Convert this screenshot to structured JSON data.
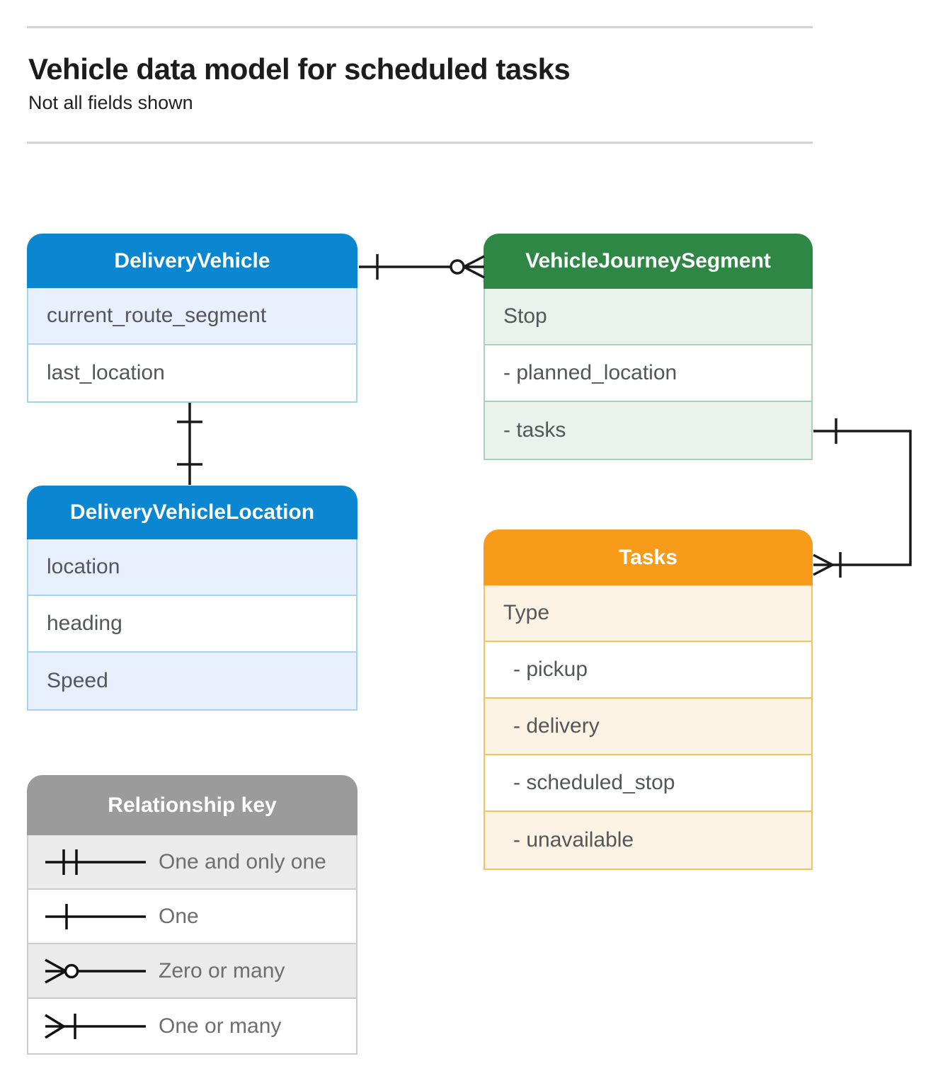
{
  "page": {
    "title": "Vehicle data model for scheduled tasks",
    "subtitle": "Not all fields shown"
  },
  "entities": {
    "delivery_vehicle": {
      "title": "DeliveryVehicle",
      "fields": [
        {
          "label": "current_route_segment"
        },
        {
          "label": "last_location"
        }
      ]
    },
    "vehicle_journey_segment": {
      "title": "VehicleJourneySegment",
      "fields": [
        {
          "label": "Stop"
        },
        {
          "label": "- planned_location"
        },
        {
          "label": "- tasks"
        }
      ]
    },
    "delivery_vehicle_location": {
      "title": "DeliveryVehicleLocation",
      "fields": [
        {
          "label": "location"
        },
        {
          "label": "heading"
        },
        {
          "label": "Speed"
        }
      ]
    },
    "tasks": {
      "title": "Tasks",
      "fields": [
        {
          "label": "Type"
        },
        {
          "label": "- pickup"
        },
        {
          "label": "- delivery"
        },
        {
          "label": "- scheduled_stop"
        },
        {
          "label": "- unavailable"
        }
      ]
    }
  },
  "legend": {
    "title": "Relationship key",
    "items": [
      {
        "label": "One and only one"
      },
      {
        "label": "One"
      },
      {
        "label": "Zero or many"
      },
      {
        "label": "One or many"
      }
    ]
  },
  "relationships": [
    {
      "from": "DeliveryVehicle",
      "to": "VehicleJourneySegment",
      "from_cardinality": "one",
      "to_cardinality": "zero-or-many"
    },
    {
      "from": "DeliveryVehicle",
      "to": "DeliveryVehicleLocation",
      "from_cardinality": "one",
      "to_cardinality": "one"
    },
    {
      "from": "VehicleJourneySegment.tasks",
      "to": "Tasks",
      "from_cardinality": "one",
      "to_cardinality": "one-or-many"
    }
  ],
  "colors": {
    "blue-header": "#0b86d0",
    "blue-tint": "#e7f0fc",
    "blue-border": "#a6d3f2",
    "green-header": "#2e8745",
    "green-tint": "#e9f3ec",
    "green-border": "#a9d4b2",
    "orange-header": "#f89b1b",
    "orange-tint": "#fdf3e4",
    "orange-border": "#fac05a",
    "gray-header": "#9b9b9b",
    "gray-tint": "#ebebeb",
    "gray-border": "#cccccc",
    "connector": "#1a1a1a"
  }
}
